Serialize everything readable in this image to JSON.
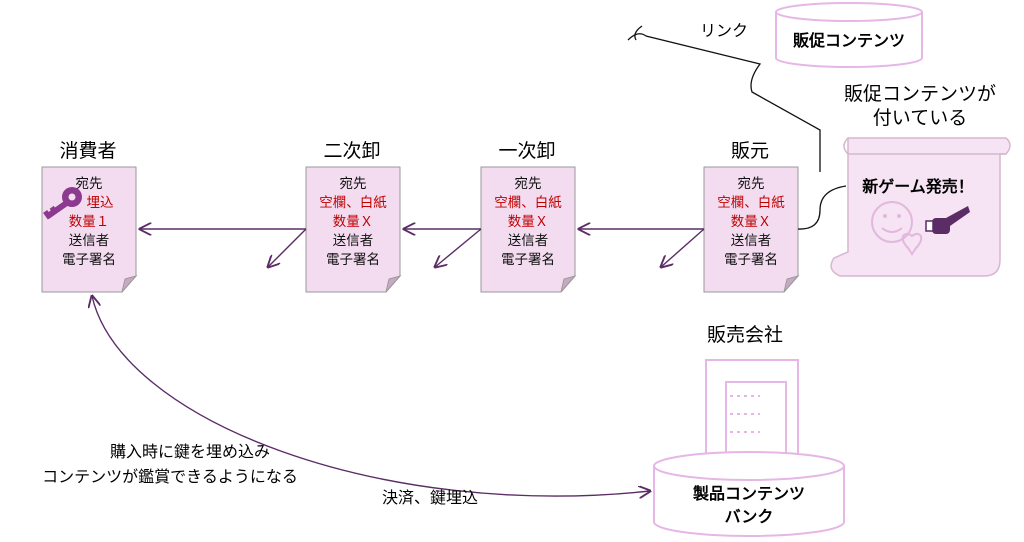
{
  "actors": {
    "consumer": {
      "title": "消費者",
      "lines": [
        "宛先",
        "埋込",
        "数量１",
        "送信者",
        "電子署名"
      ]
    },
    "secondary": {
      "title": "二次卸",
      "lines": [
        "宛先",
        "空欄、白紙",
        "数量Ｘ",
        "送信者",
        "電子署名"
      ]
    },
    "primary": {
      "title": "一次卸",
      "lines": [
        "宛先",
        "空欄、白紙",
        "数量Ｘ",
        "送信者",
        "電子署名"
      ]
    },
    "publisher": {
      "title": "販元",
      "lines": [
        "宛先",
        "空欄、白紙",
        "数量Ｘ",
        "送信者",
        "電子署名"
      ]
    }
  },
  "link_label": "リンク",
  "promo_db_label": "販促コンテンツ",
  "promo_note": [
    "販促コンテンツが",
    "付いている"
  ],
  "scroll_text": "新ゲーム発売！",
  "sales_company": "販売会社",
  "product_db": [
    "製品コンテンツ",
    "バンク"
  ],
  "payment_label": "決済、鍵埋込",
  "purchase_note": [
    "購入時に鍵を埋め込み",
    "コンテンツが鑑賞できるようになる"
  ],
  "colors": {
    "red": "#c00000",
    "doc_fill": "#f3dcf0",
    "purple": "#5b2c66",
    "key": "#8b3a8f",
    "pink_outline": "#e6b6e6"
  }
}
